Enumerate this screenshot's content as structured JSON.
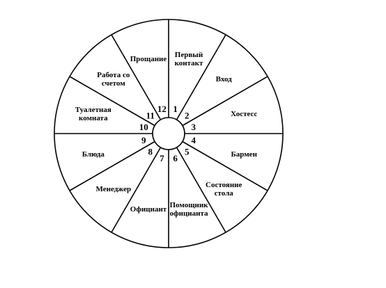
{
  "diagram": {
    "segments": [
      {
        "number": "1",
        "lines": [
          "Первый",
          "контакт"
        ]
      },
      {
        "number": "2",
        "lines": [
          "Вход"
        ]
      },
      {
        "number": "3",
        "lines": [
          "Хостесс"
        ]
      },
      {
        "number": "4",
        "lines": [
          "Бармен"
        ]
      },
      {
        "number": "5",
        "lines": [
          "Состояние",
          "стола"
        ]
      },
      {
        "number": "6",
        "lines": [
          "Помощник",
          "официанта"
        ]
      },
      {
        "number": "7",
        "lines": [
          "Официант"
        ]
      },
      {
        "number": "8",
        "lines": [
          "Менеджер"
        ]
      },
      {
        "number": "9",
        "lines": [
          "Блюда"
        ]
      },
      {
        "number": "10",
        "lines": [
          "Туалетная",
          "комната"
        ]
      },
      {
        "number": "11",
        "lines": [
          "Работа со",
          "счетом"
        ]
      },
      {
        "number": "12",
        "lines": [
          "Прощание"
        ]
      }
    ]
  }
}
